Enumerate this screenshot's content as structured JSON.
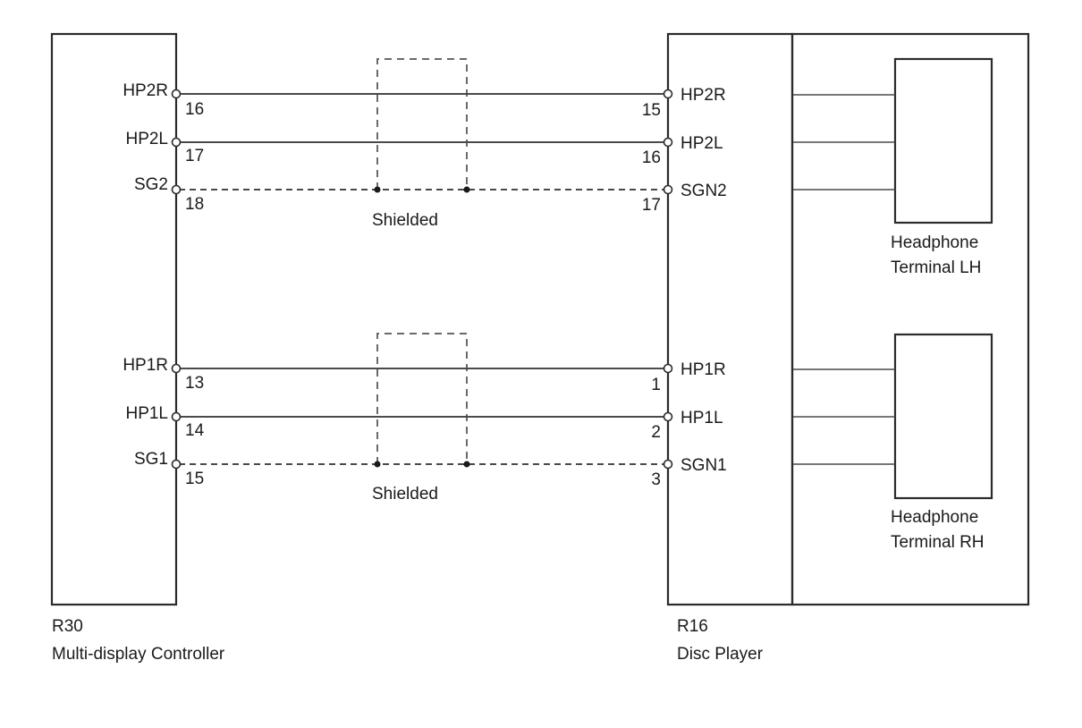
{
  "left_connector": {
    "id": "R30",
    "name": "Multi-display Controller",
    "pins": [
      {
        "name": "HP2R",
        "number": "16",
        "shielded": false
      },
      {
        "name": "HP2L",
        "number": "17",
        "shielded": false
      },
      {
        "name": "SG2",
        "number": "18",
        "shielded": true
      },
      {
        "name": "HP1R",
        "number": "13",
        "shielded": false
      },
      {
        "name": "HP1L",
        "number": "14",
        "shielded": false
      },
      {
        "name": "SG1",
        "number": "15",
        "shielded": true
      }
    ]
  },
  "right_connector": {
    "id": "R16",
    "name": "Disc Player",
    "pins": [
      {
        "name": "HP2R",
        "number": "15"
      },
      {
        "name": "HP2L",
        "number": "16"
      },
      {
        "name": "SGN2",
        "number": "17"
      },
      {
        "name": "HP1R",
        "number": "1"
      },
      {
        "name": "HP1L",
        "number": "2"
      },
      {
        "name": "SGN1",
        "number": "3"
      }
    ]
  },
  "shield_labels": [
    "Shielded",
    "Shielded"
  ],
  "headphone_terminals": [
    {
      "line1": "Headphone",
      "line2": "Terminal LH"
    },
    {
      "line1": "Headphone",
      "line2": "Terminal RH"
    }
  ]
}
